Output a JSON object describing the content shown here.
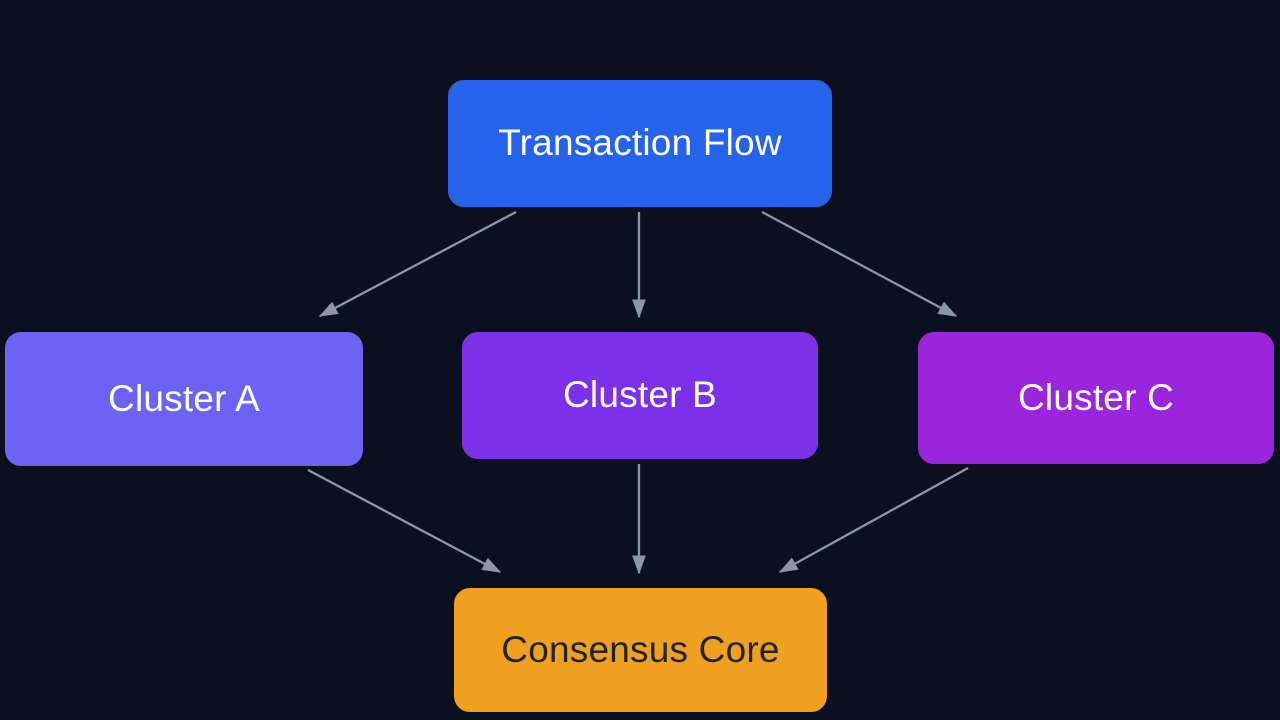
{
  "diagram": {
    "title": "Transaction Flow",
    "background_color": "#0b1020",
    "edge_color": "#8a97a8",
    "node_border_color": "#0d1117",
    "nodes": [
      {
        "id": "root",
        "label": "Transaction Flow",
        "fill": "#2563eb",
        "text_color": "#ffffff",
        "shape": "rounded-rectangle"
      },
      {
        "id": "cluster_a",
        "label": "Cluster A",
        "fill": "#6c63f5",
        "text_color": "#ffffff",
        "shape": "rounded-rectangle"
      },
      {
        "id": "cluster_b",
        "label": "Cluster B",
        "fill": "#7c30e8",
        "text_color": "#ffffff",
        "shape": "rounded-rectangle"
      },
      {
        "id": "cluster_c",
        "label": "Cluster C",
        "fill": "#9b25dd",
        "text_color": "#ffffff",
        "shape": "rounded-rectangle"
      },
      {
        "id": "consensus_core",
        "label": "Consensus Core",
        "fill": "#f0a020",
        "text_color": "#1f2430",
        "shape": "rounded-rectangle"
      }
    ],
    "edges": [
      {
        "id": "root-to-a",
        "from": "root",
        "to": "cluster_a",
        "style": "solid",
        "arrow": "triangle"
      },
      {
        "id": "root-to-b",
        "from": "root",
        "to": "cluster_b",
        "style": "solid",
        "arrow": "triangle"
      },
      {
        "id": "root-to-c",
        "from": "root",
        "to": "cluster_c",
        "style": "solid",
        "arrow": "triangle"
      },
      {
        "id": "a-to-core",
        "from": "cluster_a",
        "to": "consensus_core",
        "style": "solid",
        "arrow": "triangle"
      },
      {
        "id": "b-to-core",
        "from": "cluster_b",
        "to": "consensus_core",
        "style": "solid",
        "arrow": "triangle"
      },
      {
        "id": "c-to-core",
        "from": "cluster_c",
        "to": "consensus_core",
        "style": "solid",
        "arrow": "triangle"
      }
    ]
  }
}
